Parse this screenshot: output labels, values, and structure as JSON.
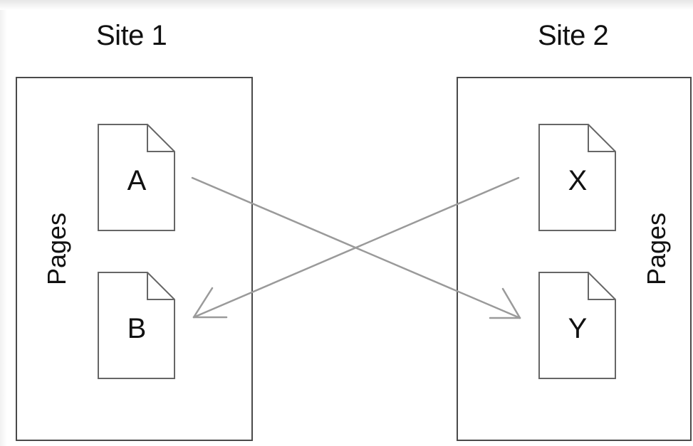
{
  "site1": {
    "title": "Site 1",
    "side_label": "Pages",
    "pages": [
      {
        "label": "A"
      },
      {
        "label": "B"
      }
    ]
  },
  "site2": {
    "title": "Site 2",
    "side_label": "Pages",
    "pages": [
      {
        "label": "X"
      },
      {
        "label": "Y"
      }
    ]
  },
  "links": [
    {
      "from": "A",
      "to": "Y"
    },
    {
      "from": "X",
      "to": "B"
    }
  ],
  "colors": {
    "box_border": "#4a4a4a",
    "page_border": "#666666",
    "arrow": "#9a9a9a",
    "text": "#111111"
  }
}
